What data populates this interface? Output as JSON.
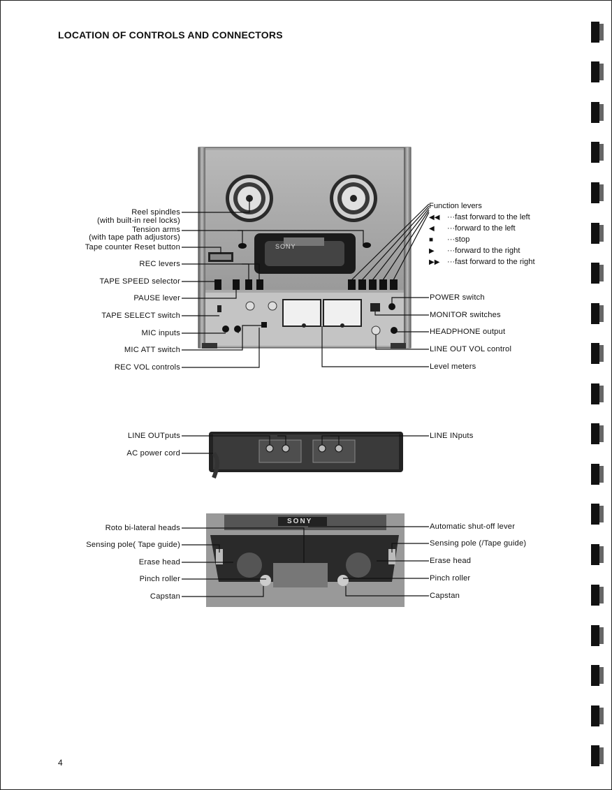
{
  "title": "LOCATION OF CONTROLS AND CONNECTORS",
  "page_number": "4",
  "brand": "SONY",
  "front_left_labels": [
    {
      "text": "Reel spindles",
      "sub": "(with built-in reel locks)"
    },
    {
      "text": "Tension arms",
      "sub": "(with tape path adjustors)"
    },
    {
      "text": "Tape counter Reset button"
    },
    {
      "text": "REC levers"
    },
    {
      "text": "TAPE SPEED selector"
    },
    {
      "text": "PAUSE lever"
    },
    {
      "text": "TAPE SELECT switch"
    },
    {
      "text": "MIC inputs"
    },
    {
      "text": "MIC ATT switch"
    },
    {
      "text": "REC VOL controls"
    }
  ],
  "function_levers": {
    "heading": "Function levers",
    "items": [
      {
        "glyph": "◀◀",
        "text": "···fast forward to the left"
      },
      {
        "glyph": "◀",
        "text": "···forward to the left"
      },
      {
        "glyph": "■",
        "text": "···stop"
      },
      {
        "glyph": "▶",
        "text": "···forward to the right"
      },
      {
        "glyph": "▶▶",
        "text": "···fast forward to the right"
      }
    ]
  },
  "front_right_labels": [
    "POWER switch",
    "MONITOR switches",
    "HEADPHONE output",
    "LINE OUT VOL control",
    "Level meters"
  ],
  "rear_labels": {
    "left": [
      "LINE OUTputs",
      "AC power cord"
    ],
    "right": [
      "LINE INputs"
    ]
  },
  "head_left_labels": [
    "Roto bi-lateral heads",
    "Sensing pole( Tape guide)",
    "Erase head",
    "Pinch roller",
    "Capstan"
  ],
  "head_right_labels": [
    "Automatic shut-off lever",
    "Sensing pole (/Tape guide)",
    "Erase head",
    "Pinch roller",
    "Capstan"
  ]
}
